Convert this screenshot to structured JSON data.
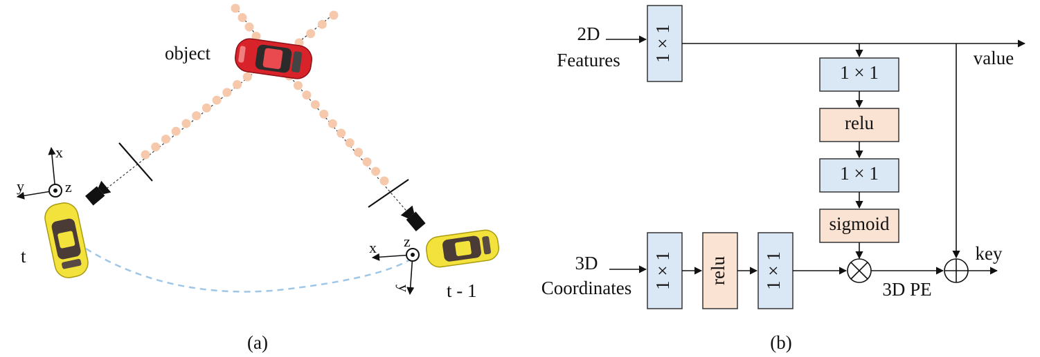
{
  "panel_a": {
    "object_label": "object",
    "time_t_label": "t",
    "time_prev_label": "t - 1",
    "axes_t": {
      "x": "x",
      "y": "y",
      "z": "z"
    },
    "axes_prev": {
      "x": "x",
      "y": "y",
      "z": "z"
    },
    "caption": "(a)",
    "colors": {
      "object_car": "#d8232a",
      "ego_car": "#f3e23b",
      "ray_dots": "#f6c9ad",
      "trajectory": "#9ec6e8"
    }
  },
  "panel_b": {
    "caption": "(b)",
    "inputs": {
      "features": [
        "2D",
        "Features"
      ],
      "coordinates": [
        "3D",
        "Coordinates"
      ]
    },
    "blocks": {
      "features_conv": "1 × 1",
      "att_conv1": "1 × 1",
      "att_relu": "relu",
      "att_conv2": "1 × 1",
      "att_sigmoid": "sigmoid",
      "coord_conv1": "1 × 1",
      "coord_relu": "relu",
      "coord_conv2": "1 × 1"
    },
    "outputs": {
      "value": "value",
      "key": "key",
      "pe": "3D PE"
    },
    "colors": {
      "conv": "#dae8f5",
      "activation": "#fbe3d3"
    }
  }
}
